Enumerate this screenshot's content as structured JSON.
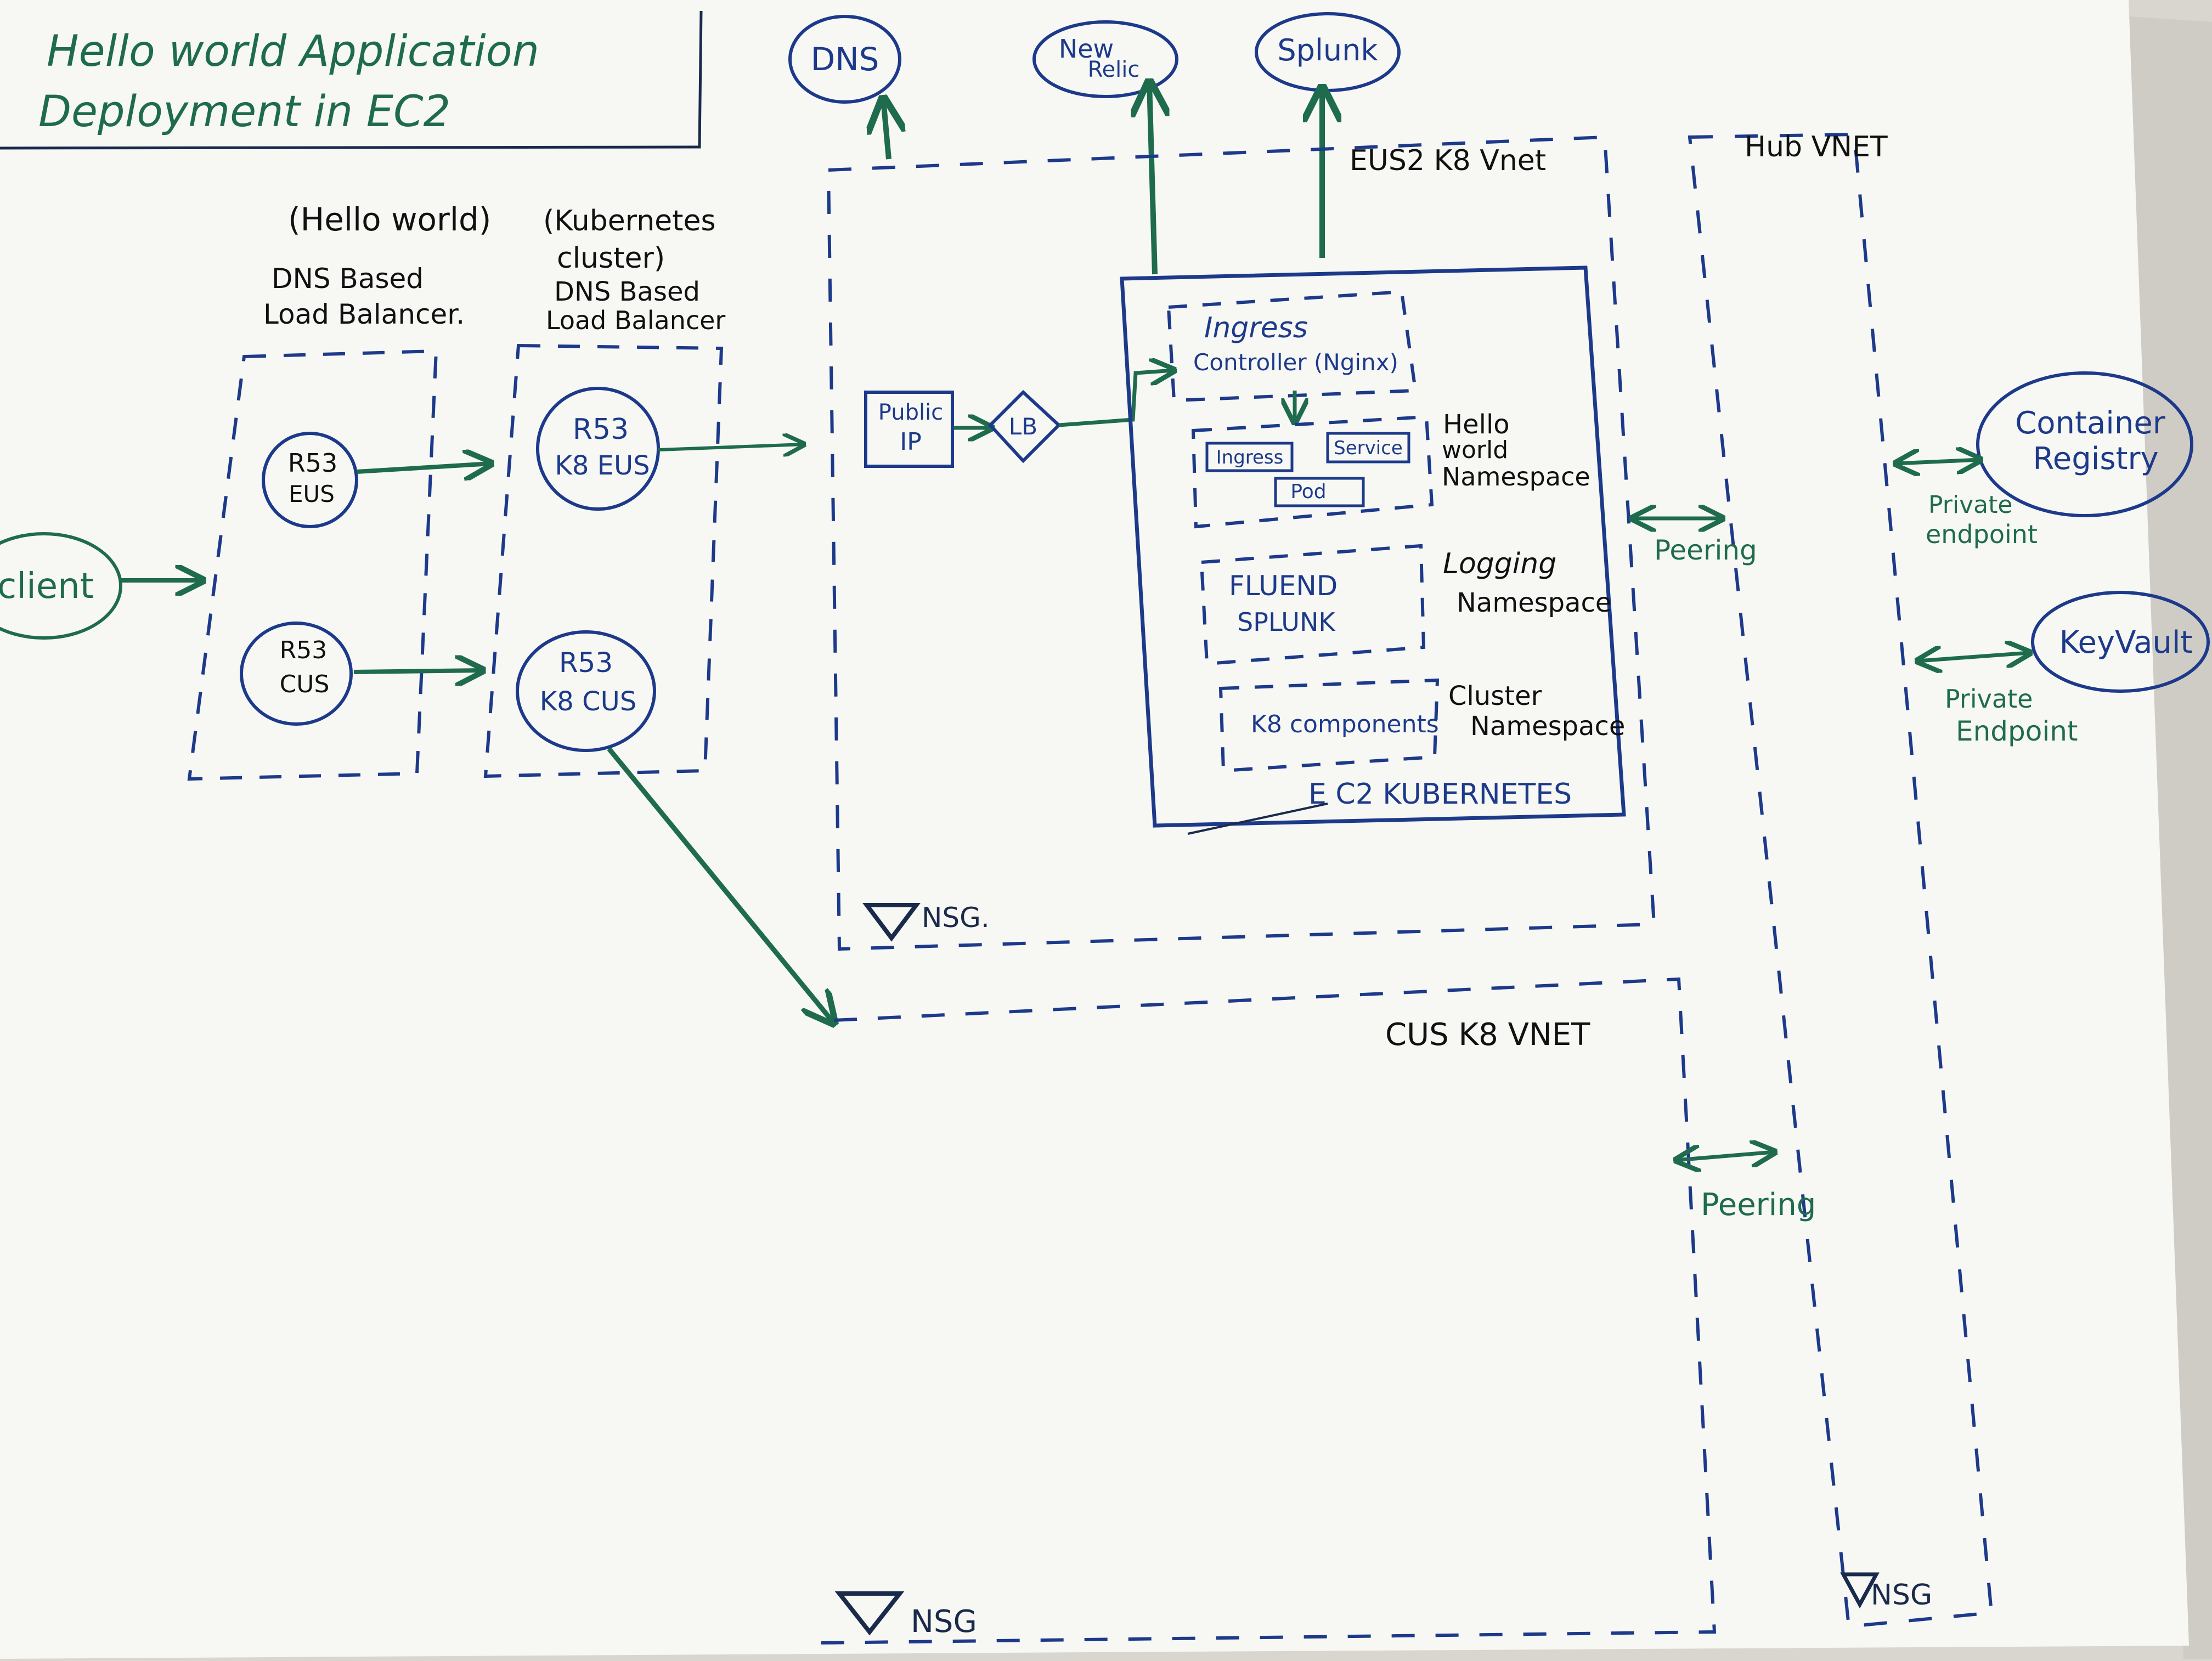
{
  "colors": {
    "paper": "#f7f7f4",
    "ink_green": "#1f6b4e",
    "ink_blue": "#1d3a8a",
    "shadow": "#cfccc5"
  },
  "title": {
    "line1": "Hello world Application",
    "line2": "Deployment in EC2"
  },
  "top_services": {
    "dns": "DNS",
    "newrelic_line1": "New",
    "newrelic_line2": "Relic",
    "splunk": "Splunk"
  },
  "client": {
    "label": "client"
  },
  "lb_group1": {
    "caption_line1": "(Hello world)",
    "caption_line2": "DNS Based",
    "caption_line3": "Load Balancer.",
    "r53_eus_line1": "R53",
    "r53_eus_line2": "EUS",
    "r53_cus_line1": "R53",
    "r53_cus_line2": "CUS"
  },
  "lb_group2": {
    "caption_line1": "(Kubernetes",
    "caption_line2": "cluster)",
    "caption_line3": "DNS Based",
    "caption_line4": "Load Balancer",
    "k8_eus_line1": "R53",
    "k8_eus_line2": "K8 EUS",
    "k8_cus_line1": "R53",
    "k8_cus_line2": "K8 CUS"
  },
  "eus2_vnet": {
    "label": "EUS2 K8 Vnet",
    "public_ip_line1": "Public",
    "public_ip_line2": "IP",
    "lb": "LB",
    "nsg": "NSG."
  },
  "ec2_k8s": {
    "label": "E C2 KUBERNETES",
    "ingress_line1": "Ingress",
    "ingress_line2": "Controller (Nginx)",
    "hw_ingress": "Ingress",
    "hw_service": "Service",
    "hw_pod": "Pod",
    "hw_ns_line1": "Hello",
    "hw_ns_line2": "world",
    "hw_ns_line3": "Namespace",
    "fluentd": "FLUEND",
    "splunk_box": "SPLUNK",
    "log_ns_line1": "Logging",
    "log_ns_line2": "Namespace",
    "k8_components": "K8 components",
    "cluster_ns_line1": "Cluster",
    "cluster_ns_line2": "Namespace"
  },
  "cus_vnet": {
    "label": "CUS K8 VNET",
    "nsg": "NSG"
  },
  "hub_vnet": {
    "label": "Hub VNET",
    "container_registry_line1": "Container",
    "container_registry_line2": "Registry",
    "keyvault": "KeyVault",
    "pe1_line1": "Private",
    "pe1_line2": "endpoint",
    "pe2_line1": "Private",
    "pe2_line2": "Endpoint",
    "nsg": "NSG"
  },
  "peering": {
    "label1": "Peering",
    "label2": "Peering"
  }
}
